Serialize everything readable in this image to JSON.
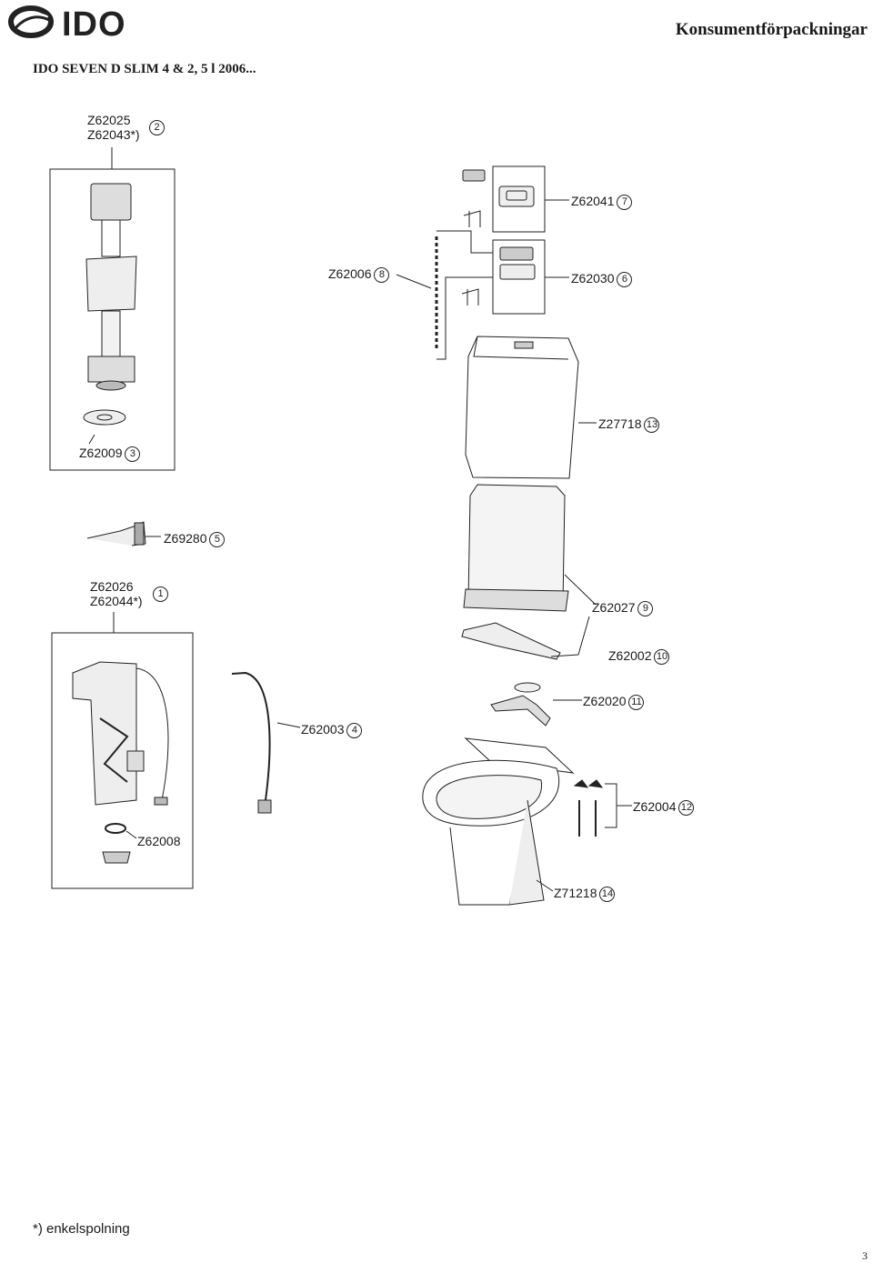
{
  "header": {
    "brand": "IDO",
    "title": "Konsumentförpackningar"
  },
  "subtitle": "IDO SEVEN D SLIM 4 & 2, 5 l  2006...",
  "parts": {
    "p2": {
      "codes": [
        "Z62025",
        "Z62043*)"
      ],
      "num": "2"
    },
    "p7": {
      "code": "Z62041",
      "num": "7"
    },
    "p8": {
      "code": "Z62006",
      "num": "8"
    },
    "p6": {
      "code": "Z62030",
      "num": "6"
    },
    "p13": {
      "code": "Z27718",
      "num": "13"
    },
    "p3": {
      "code": "Z62009",
      "num": "3"
    },
    "p5": {
      "code": "Z69280",
      "num": "5"
    },
    "p1": {
      "codes": [
        "Z62026",
        "Z62044*)"
      ],
      "num": "1"
    },
    "p9": {
      "code": "Z62027",
      "num": "9"
    },
    "p10": {
      "code": "Z62002",
      "num": "10"
    },
    "p11": {
      "code": "Z62020",
      "num": "11"
    },
    "p4": {
      "code": "Z62003",
      "num": "4"
    },
    "p12": {
      "code": "Z62004",
      "num": "12"
    },
    "p14": {
      "code": "Z71218",
      "num": "14"
    },
    "z62008": {
      "code": "Z62008"
    }
  },
  "footnote": "*) enkelspolning",
  "page_number": "3"
}
